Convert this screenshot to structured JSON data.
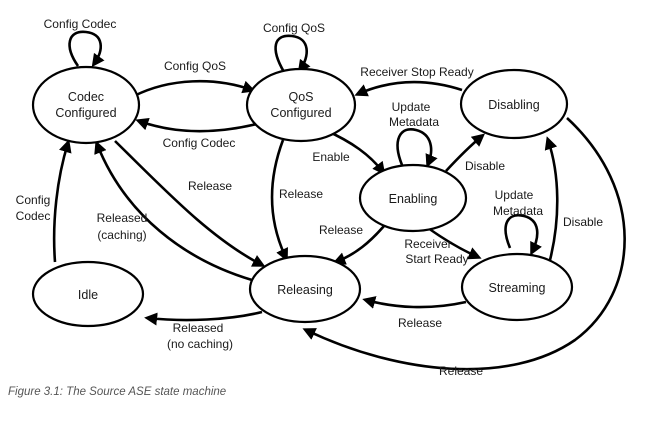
{
  "states": {
    "codec_configured": [
      "Codec",
      "Configured"
    ],
    "qos_configured": [
      "QoS",
      "Configured"
    ],
    "disabling": [
      "Disabling"
    ],
    "enabling": [
      "Enabling"
    ],
    "idle": [
      "Idle"
    ],
    "releasing": [
      "Releasing"
    ],
    "streaming": [
      "Streaming"
    ]
  },
  "transitions": {
    "config_codec_self": [
      "Config Codec"
    ],
    "config_qos_self": [
      "Config QoS"
    ],
    "config_qos": [
      "Config QoS"
    ],
    "config_codec_back": [
      "Config Codec"
    ],
    "receiver_stop_ready": [
      "Receiver Stop Ready"
    ],
    "update_metadata_enabling": [
      "Update",
      "Metadata"
    ],
    "enable": [
      "Enable"
    ],
    "disable_from_enabling": [
      "Disable"
    ],
    "release_from_codec": [
      "Release"
    ],
    "release_from_qos": [
      "Release"
    ],
    "release_from_enabling": [
      "Release"
    ],
    "released_caching": [
      "Released",
      "(caching)"
    ],
    "config_codec_from_idle": [
      "Config",
      "Codec"
    ],
    "receiver_start_ready": [
      "Receiver",
      "Start Ready"
    ],
    "update_metadata_streaming": [
      "Update",
      "Metadata"
    ],
    "disable_from_streaming": [
      "Disable"
    ],
    "release_from_streaming": [
      "Release"
    ],
    "released_no_caching": [
      "Released",
      "(no caching)"
    ],
    "release_from_disabling": [
      "Release"
    ]
  },
  "caption": "Figure 3.1: The Source ASE state machine"
}
